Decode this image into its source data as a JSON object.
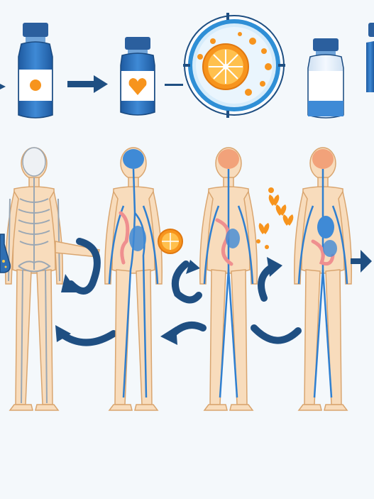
{
  "colors": {
    "background": "#f4f8fb",
    "bottle_blue": "#2f6fb3",
    "bottle_cap": "#2b5f9e",
    "arrow_navy": "#1f4f82",
    "skin": "#f6d7b0",
    "skin_outline": "#d9a56f",
    "vessel_blue": "#2f7fd0",
    "brain_orange": "#f2a27a",
    "orange_fruit": "#f7941d",
    "ring_blue": "#2f8fd6"
  },
  "icons": {
    "bottle_1": "bottle-with-orange-dot-icon",
    "bottle_2": "bottle-with-heart-icon",
    "orange_cell": "orange-in-cell-icon",
    "bottle_3": "bottle-plain-icon",
    "butterflies": "butterfly-icon"
  },
  "figures": [
    {
      "id": "figure-1",
      "style": "skeleton"
    },
    {
      "id": "figure-2",
      "style": "circulation"
    },
    {
      "id": "figure-3",
      "style": "nervous-system"
    },
    {
      "id": "figure-4",
      "style": "organs"
    }
  ]
}
